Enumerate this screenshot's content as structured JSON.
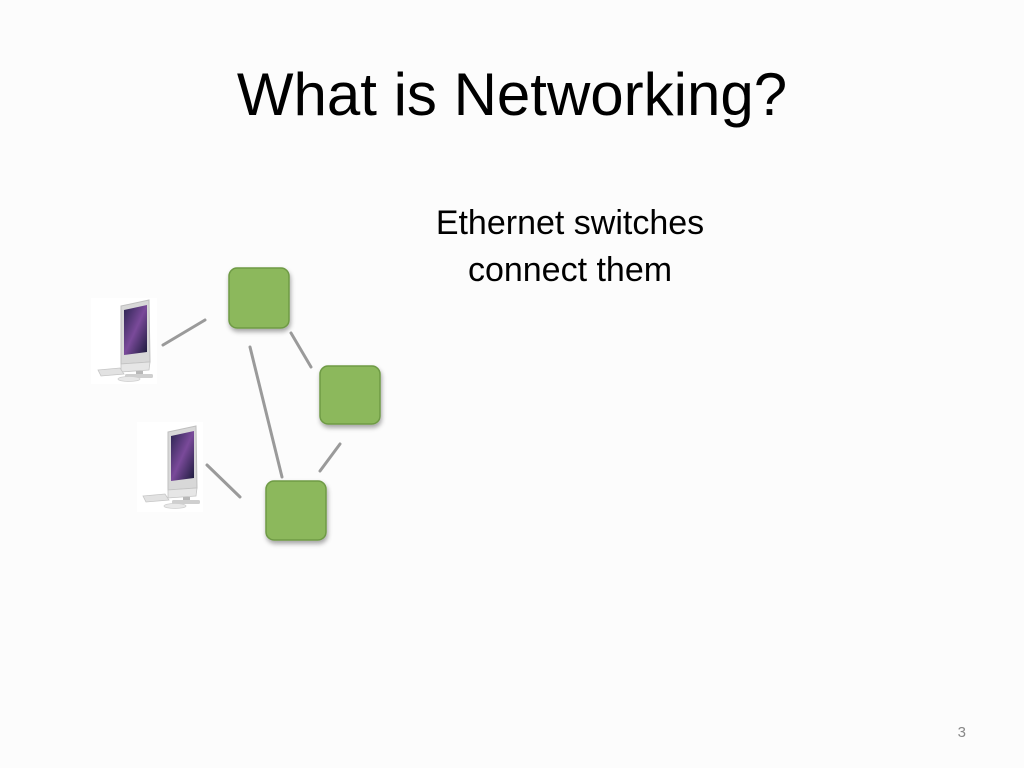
{
  "slide": {
    "title": "What is Networking?",
    "caption_lines": [
      "Ethernet switches",
      "connect them"
    ],
    "page_number": "3"
  },
  "colors": {
    "switch_fill": "#8cb85c",
    "switch_stroke": "#6e9a44",
    "link": "#9a9a9a"
  },
  "icons": {
    "computer": "imac-desktop-icon",
    "switch": "ethernet-switch-icon"
  }
}
